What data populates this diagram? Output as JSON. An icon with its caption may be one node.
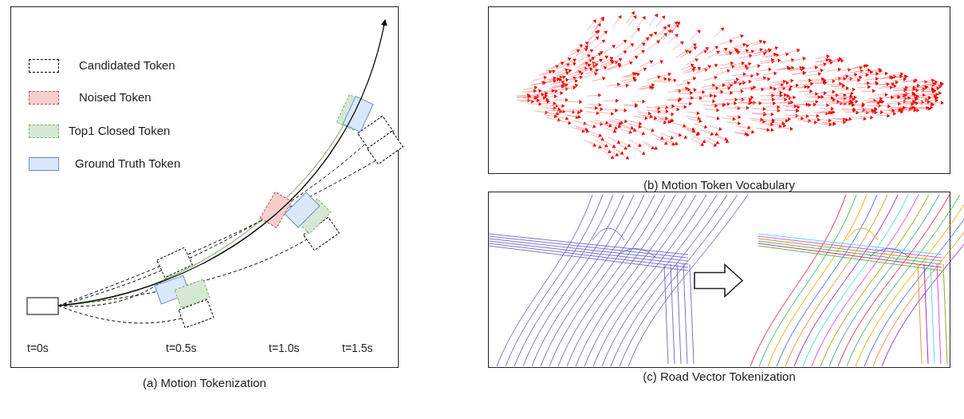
{
  "diagram": {
    "nodes": [
      {
        "text": [
          "(a) Motion Tokenization"
        ]
      },
      {
        "text": [
          "(b) Motion Token Vocabulary"
        ]
      },
      {
        "text": [
          "(c) Road Vector Tokenization"
        ]
      },
      {
        "text": [],
        "shape": "picture",
        "in": 2
      },
      {
        "text": [],
        "shape": "picture",
        "in": 2
      }
    ],
    "edges": [
      {
        "from": 3,
        "to": 4,
        "arrow": "to",
        "style": "thick"
      }
    ],
    "labels": [
      "t=0s",
      "t=0.5s",
      "t=1.0s",
      "t=1.5s"
    ],
    "legend": [
      {
        "text": "Candidated Token",
        "color": "#ffffff"
      },
      {
        "text": "Noised Token",
        "color": "#f8cecc"
      },
      {
        "text": "Top1 Closed Token",
        "color": "#d5e8d4"
      },
      {
        "text": "Ground Truth Token",
        "color": "#dae8fc"
      }
    ]
  }
}
